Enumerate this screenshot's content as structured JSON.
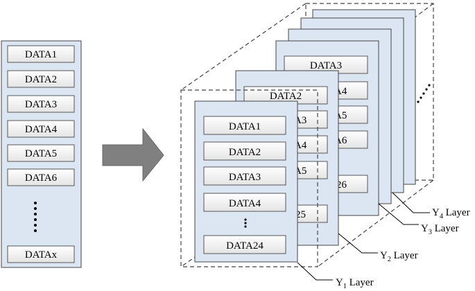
{
  "left_column": {
    "items": [
      "DATA1",
      "DATA2",
      "DATA3",
      "DATA4",
      "DATA5",
      "DATA6"
    ],
    "last_item": "DATAx"
  },
  "layer_y1": {
    "items": [
      "DATA1",
      "DATA2",
      "DATA3",
      "DATA4"
    ],
    "last_item": "DATA24"
  },
  "layer_y2": {
    "top_item": "DATA2",
    "partial_items": [
      "A3",
      "A4",
      "A5"
    ],
    "bottom_item": "25"
  },
  "layer_y3": {
    "top_item": "DATA3",
    "partial_items": [
      "A4",
      "A5",
      "A6"
    ],
    "bottom_item": "26"
  },
  "layer_labels": [
    {
      "letter": "Y",
      "subscript": "1",
      "suffix": " Layer"
    },
    {
      "letter": "Y",
      "subscript": "2",
      "suffix": " Layer"
    },
    {
      "letter": "Y",
      "subscript": "3",
      "suffix": " Layer"
    },
    {
      "letter": "Y",
      "subscript": "4",
      "suffix": " Layer"
    }
  ],
  "colors": {
    "panel_fill": "#dce6f2",
    "box_fill_top": "#ffffff",
    "box_fill_bottom": "#e6e6e6",
    "arrow_fill": "#808080",
    "stroke": "#333333"
  }
}
